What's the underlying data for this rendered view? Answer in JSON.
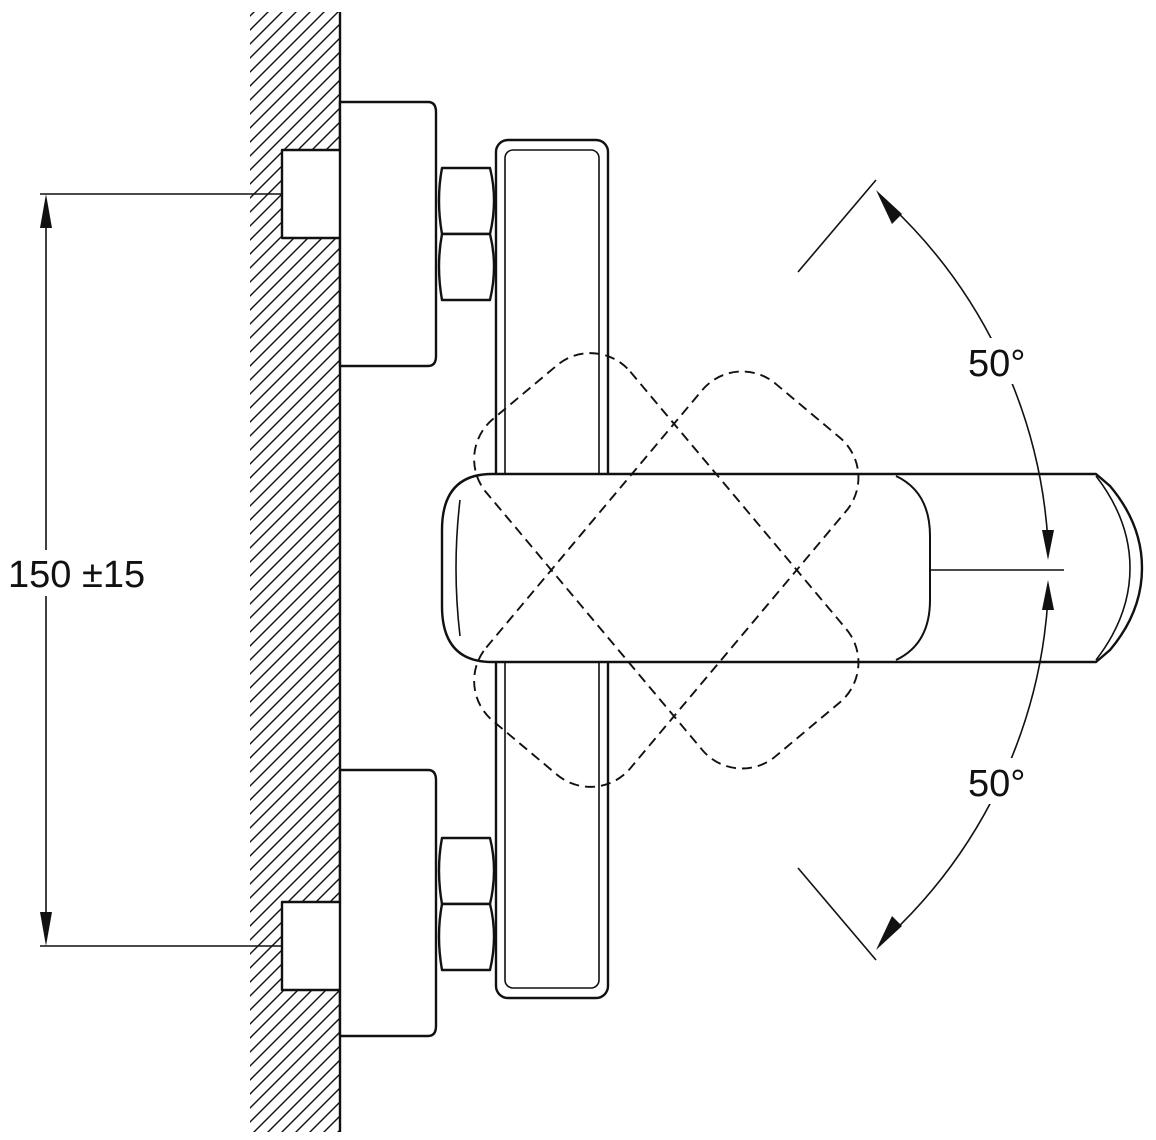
{
  "labels": {
    "spacing_dimension": "150 ±15",
    "angle_upper": "50°",
    "angle_lower": "50°"
  },
  "colors": {
    "line": "#111111",
    "background": "#ffffff"
  },
  "icons": {
    "arrowheads": "filled-triangle"
  }
}
